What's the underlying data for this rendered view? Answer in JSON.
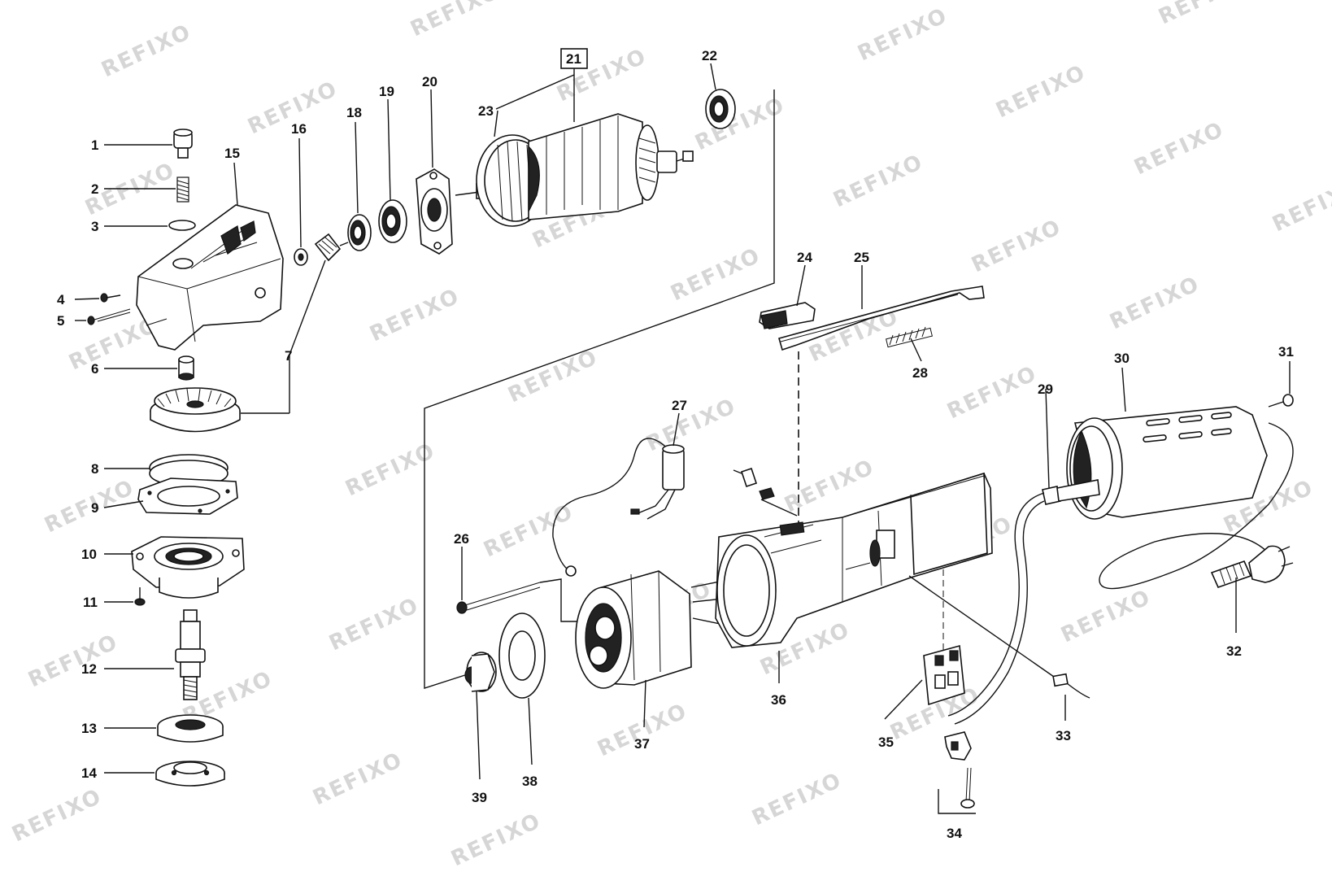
{
  "watermark": "REFIXO",
  "callouts": [
    {
      "id": "1",
      "text": "1"
    },
    {
      "id": "2",
      "text": "2"
    },
    {
      "id": "3",
      "text": "3"
    },
    {
      "id": "4",
      "text": "4"
    },
    {
      "id": "5",
      "text": "5"
    },
    {
      "id": "6",
      "text": "6"
    },
    {
      "id": "7",
      "text": "7"
    },
    {
      "id": "8",
      "text": "8"
    },
    {
      "id": "9",
      "text": "9"
    },
    {
      "id": "10",
      "text": "10"
    },
    {
      "id": "11",
      "text": "11"
    },
    {
      "id": "12",
      "text": "12"
    },
    {
      "id": "13",
      "text": "13"
    },
    {
      "id": "14",
      "text": "14"
    },
    {
      "id": "15",
      "text": "15"
    },
    {
      "id": "16",
      "text": "16"
    },
    {
      "id": "18",
      "text": "18"
    },
    {
      "id": "19",
      "text": "19"
    },
    {
      "id": "20",
      "text": "20"
    },
    {
      "id": "21",
      "text": "21"
    },
    {
      "id": "22",
      "text": "22"
    },
    {
      "id": "23",
      "text": "23"
    },
    {
      "id": "24",
      "text": "24"
    },
    {
      "id": "25",
      "text": "25"
    },
    {
      "id": "26",
      "text": "26"
    },
    {
      "id": "27",
      "text": "27"
    },
    {
      "id": "28",
      "text": "28"
    },
    {
      "id": "29",
      "text": "29"
    },
    {
      "id": "30",
      "text": "30"
    },
    {
      "id": "31",
      "text": "31"
    },
    {
      "id": "32",
      "text": "32"
    },
    {
      "id": "33",
      "text": "33"
    },
    {
      "id": "34",
      "text": "34"
    },
    {
      "id": "35",
      "text": "35"
    },
    {
      "id": "36",
      "text": "36"
    },
    {
      "id": "37",
      "text": "37"
    },
    {
      "id": "38",
      "text": "38"
    },
    {
      "id": "39",
      "text": "39"
    }
  ]
}
